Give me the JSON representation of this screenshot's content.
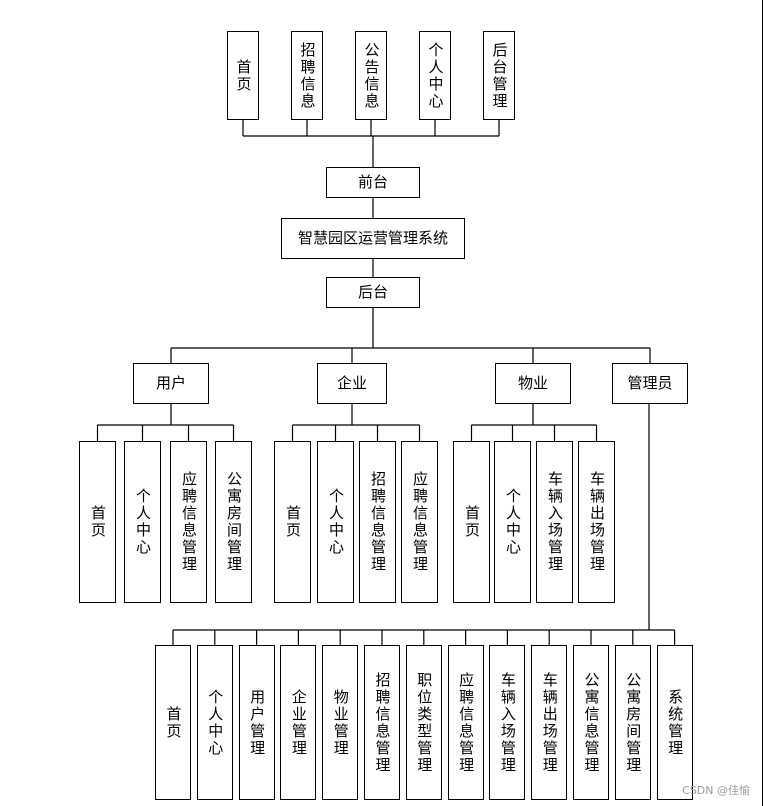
{
  "frontend": {
    "label": "前台",
    "children": [
      "首页",
      "招聘信息",
      "公告信息",
      "个人中心",
      "后台管理"
    ]
  },
  "system": {
    "label": "智慧园区运营管理系统"
  },
  "backend": {
    "label": "后台"
  },
  "roles": [
    {
      "key": "user",
      "label": "用户",
      "children": [
        "首页",
        "个人中心",
        "应聘信息管理",
        "公寓房间管理"
      ]
    },
    {
      "key": "company",
      "label": "企业",
      "children": [
        "首页",
        "个人中心",
        "招聘信息管理",
        "应聘信息管理"
      ]
    },
    {
      "key": "property",
      "label": "物业",
      "children": [
        "首页",
        "个人中心",
        "车辆入场管理",
        "车辆出场管理"
      ]
    },
    {
      "key": "admin",
      "label": "管理员",
      "children": [
        "首页",
        "个人中心",
        "用户管理",
        "企业管理",
        "物业管理",
        "招聘信息管理",
        "职位类型管理",
        "应聘信息管理",
        "车辆入场管理",
        "车辆出场管理",
        "公寓信息管理",
        "公寓房间管理",
        "系统管理"
      ]
    }
  ],
  "watermark": "CSDN @佳愉"
}
